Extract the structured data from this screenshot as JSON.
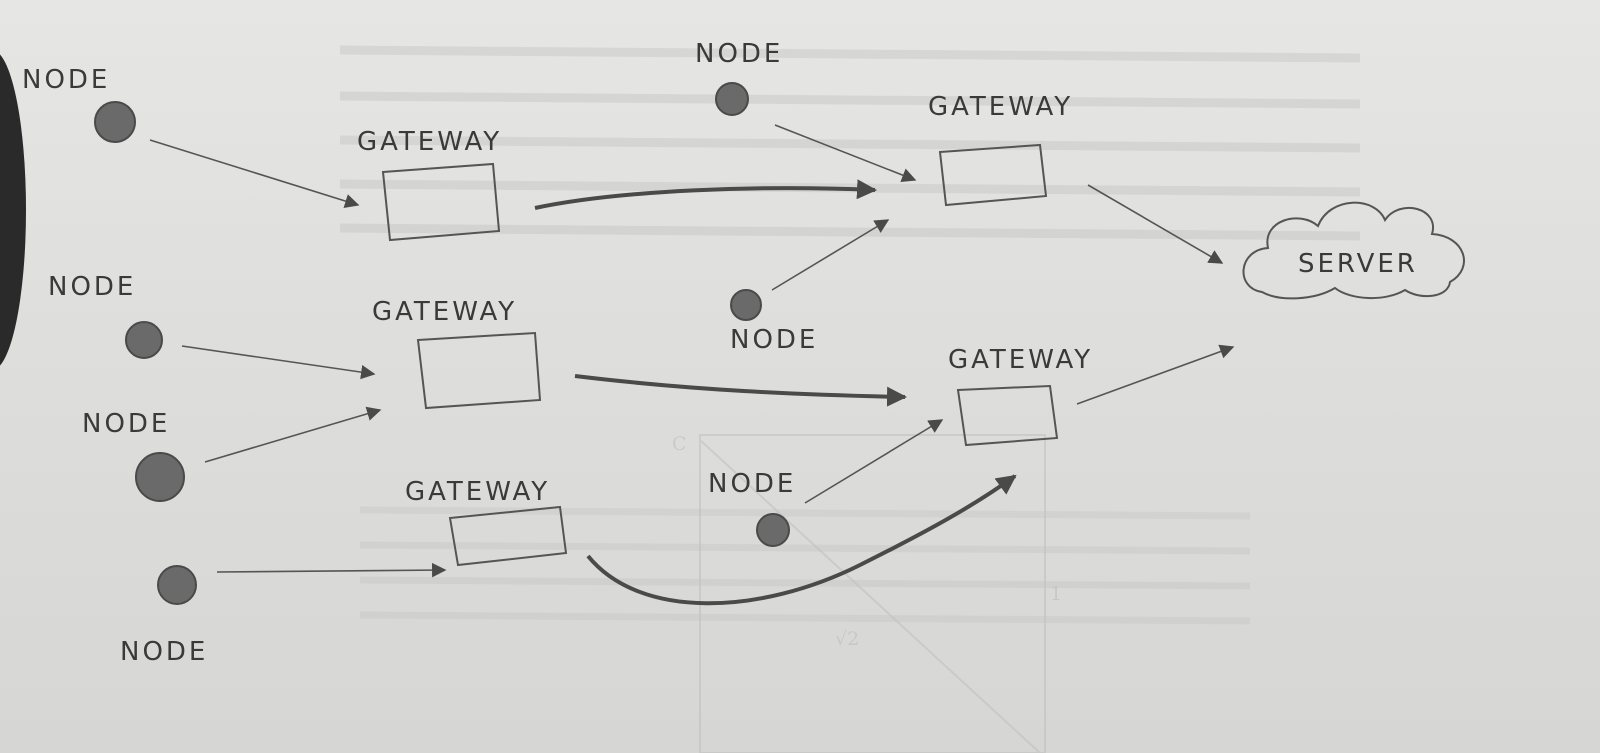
{
  "diagram": {
    "nodes": [
      {
        "id": "n1",
        "label": "NODE"
      },
      {
        "id": "n2",
        "label": "NODE"
      },
      {
        "id": "n3",
        "label": "NODE"
      },
      {
        "id": "n4",
        "label": "NODE"
      },
      {
        "id": "n5",
        "label": "NODE"
      },
      {
        "id": "n6",
        "label": "NODE"
      },
      {
        "id": "n7",
        "label": "NODE"
      }
    ],
    "gateways": [
      {
        "id": "g1",
        "label": "GATEWAY"
      },
      {
        "id": "g2",
        "label": "GATEWAY"
      },
      {
        "id": "g3",
        "label": "GATEWAY"
      },
      {
        "id": "g4",
        "label": "GATEWAY"
      },
      {
        "id": "g5",
        "label": "GATEWAY"
      }
    ],
    "server": {
      "label": "SERVER"
    },
    "edges": [
      {
        "from": "n1",
        "to": "g1"
      },
      {
        "from": "g1",
        "to": "g4"
      },
      {
        "from": "n2",
        "to": "g4"
      },
      {
        "from": "g4",
        "to": "server"
      },
      {
        "from": "n3",
        "to": "g2"
      },
      {
        "from": "n4",
        "to": "g2"
      },
      {
        "from": "g2",
        "to": "g5"
      },
      {
        "from": "n6",
        "to": "g5"
      },
      {
        "from": "g3",
        "to": "g5"
      },
      {
        "from": "n5",
        "to": "g3"
      },
      {
        "from": "g5",
        "to": "server"
      }
    ]
  }
}
